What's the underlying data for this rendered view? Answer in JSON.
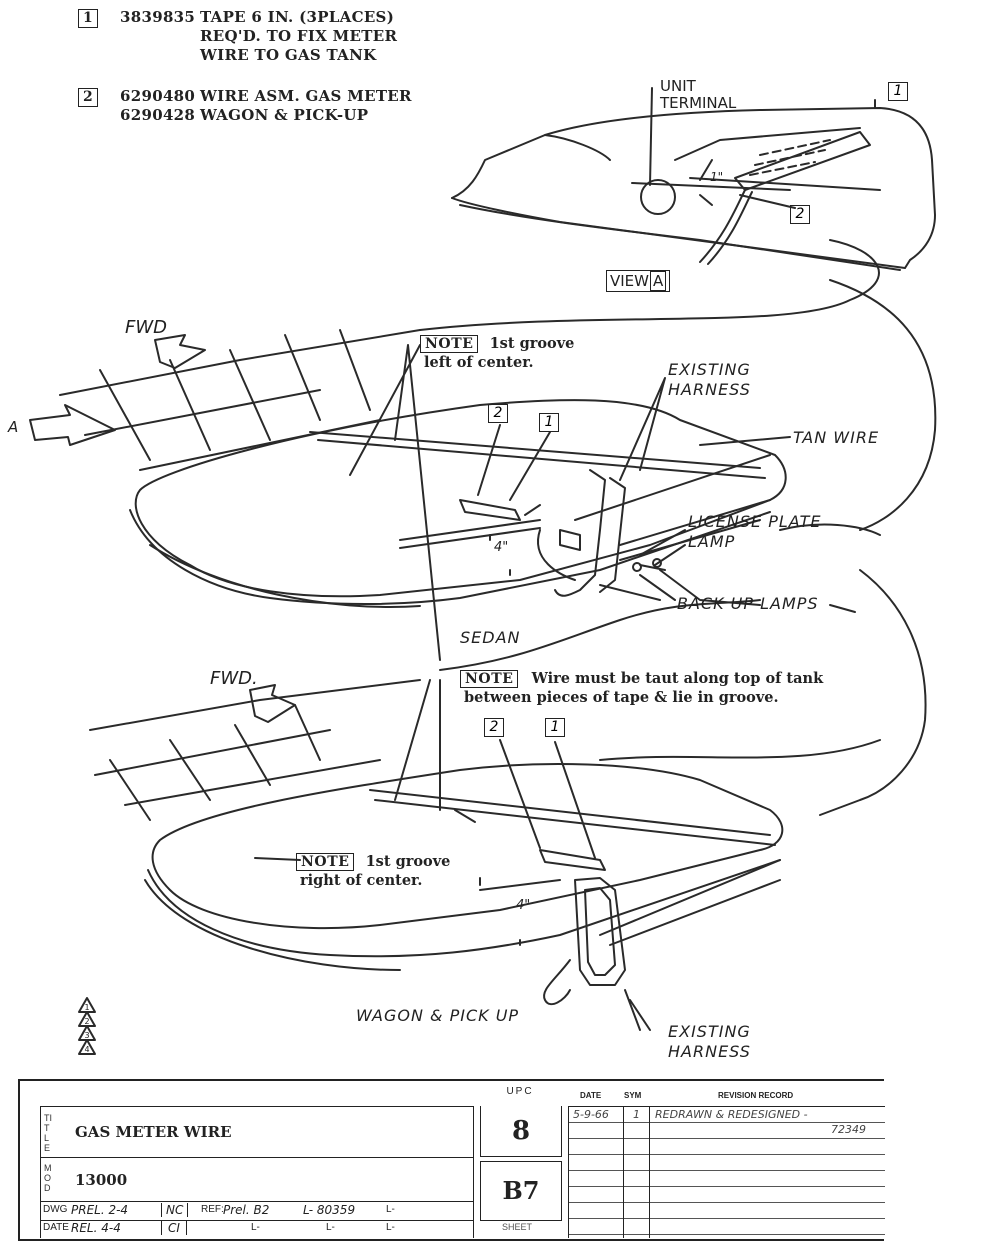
{
  "parts": [
    {
      "callout": "1",
      "numbers": [
        "3839835"
      ],
      "description_lines": [
        "TAPE 6 IN. (3PLACES)",
        "REQ'D. TO FIX METER",
        "WIRE TO GAS TANK"
      ]
    },
    {
      "callout": "2",
      "numbers": [
        "6290480",
        "6290428"
      ],
      "description_lines": [
        "WIRE ASM. GAS METER",
        "WAGON & PICK-UP"
      ]
    }
  ],
  "view_a": {
    "unit_terminal": [
      "UNIT",
      "TERMINAL"
    ],
    "callout_1": "1",
    "callout_2": "2",
    "dim": "1\"",
    "label_prefix": "VIEW",
    "label_letter": "A"
  },
  "sedan": {
    "fwd": "FWD",
    "arrow_letter": "A",
    "note_tag": "NOTE",
    "note_lines": [
      "1st groove",
      "left of center."
    ],
    "callout_2": "2",
    "callout_1": "1",
    "existing_harness": [
      "EXISTING",
      "HARNESS"
    ],
    "tan_wire": "TAN WIRE",
    "license_plate_lamp": [
      "LICENSE PLATE",
      "LAMP"
    ],
    "backup_lamps": "BACK UP LAMPS",
    "dim": "4\"",
    "title": "SEDAN"
  },
  "middle_note": {
    "tag": "NOTE",
    "lines": [
      "Wire must be taut along top of tank",
      "between pieces of tape & lie in groove."
    ]
  },
  "wagon": {
    "fwd": "FWD.",
    "callout_2": "2",
    "callout_1": "1",
    "note_tag": "NOTE",
    "note_lines": [
      "1st groove",
      "right of center."
    ],
    "dim": "4\"",
    "title": "WAGON & PICK UP",
    "existing_harness": [
      "EXISTING",
      "HARNESS"
    ]
  },
  "revision_triangles": [
    "1",
    "2",
    "3",
    "4"
  ],
  "title_block": {
    "title_label": "TITLE",
    "title": "GAS METER WIRE",
    "mod_label": "MOD",
    "mod": "13000",
    "upc_label": "UPC",
    "upc": "8",
    "group": "B7",
    "sheet": "SHEET",
    "dwg_label": "DWG",
    "dwg": "PREL. 2-4",
    "dwg_init": "NC",
    "date_label": "DATE",
    "date": "REL. 4-4",
    "date_init": "CI",
    "ref_label": "REF:",
    "ref": "Prel. B2",
    "ref_l1": "L- 80359",
    "l_prefix": "L-",
    "rev_header_date": "DATE",
    "rev_header_sym": "SYM",
    "rev_header_record": "REVISION RECORD",
    "revisions": [
      {
        "date": "5-9-66",
        "sym": "1",
        "record": "REDRAWN & REDESIGNED -",
        "record2": "72349"
      }
    ]
  }
}
